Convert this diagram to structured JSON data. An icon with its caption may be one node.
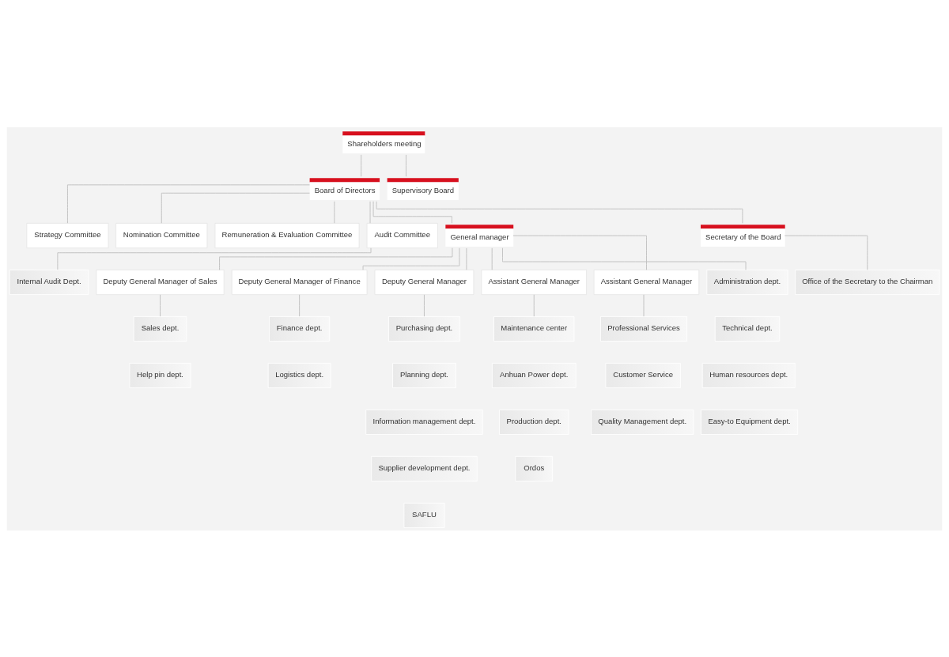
{
  "diagram": {
    "nodes": [
      {
        "text": [
          "Shareholders meeting"
        ]
      },
      {
        "text": [
          "Strategy Committee"
        ]
      },
      {
        "text": [
          "Nomination Committee"
        ]
      },
      {
        "text": [
          "Remuneration & Evaluation Committee"
        ]
      },
      {
        "text": [
          "Audit Committee"
        ]
      },
      {
        "text": [
          "Board of Directors"
        ]
      },
      {
        "text": [
          "Supervisory Board"
        ]
      },
      {
        "text": [
          "General manager"
        ]
      },
      {
        "text": [
          "Secretary of the Board"
        ]
      },
      {
        "text": [
          "Deputy General Manager of Sales"
        ]
      },
      {
        "text": [
          "Deputy General Manager of Finance"
        ]
      },
      {
        "text": [
          "Deputy General Manager"
        ]
      },
      {
        "text": [
          "Assistant General Manager"
        ]
      },
      {
        "text": [
          "Assistant General Manager"
        ]
      },
      {
        "text": [
          "Internal Audit Dept."
        ]
      },
      {
        "text": [
          "Sales dept."
        ]
      },
      {
        "text": [
          "Help pin dept."
        ]
      },
      {
        "text": [
          "Finance dept."
        ]
      },
      {
        "text": [
          "Logistics dept."
        ]
      },
      {
        "text": [
          "Administration dept."
        ]
      },
      {
        "text": [
          "Technical dept."
        ]
      },
      {
        "text": [
          "Human resources dept."
        ]
      },
      {
        "text": [
          "Easy-to Equipment dept."
        ]
      },
      {
        "text": [
          "Purchasing dept."
        ]
      },
      {
        "text": [
          "Planning dept."
        ]
      },
      {
        "text": [
          "Information management dept."
        ]
      },
      {
        "text": [
          "Supplier development dept."
        ]
      },
      {
        "text": [
          "SAFLU"
        ]
      },
      {
        "text": [
          "Maintenance center"
        ]
      },
      {
        "text": [
          "Anhuan Power dept."
        ]
      },
      {
        "text": [
          "Production dept."
        ]
      },
      {
        "text": [
          "Ordos"
        ]
      },
      {
        "text": [
          "Professional Services"
        ]
      },
      {
        "text": [
          "Customer Service"
        ]
      },
      {
        "text": [
          "Quality Management dept."
        ]
      },
      {
        "text": [
          "Office of the Secretary to the Chairman"
        ]
      }
    ],
    "edges": [
      {
        "from": 0,
        "to": 5,
        "arrow": "none"
      },
      {
        "from": 0,
        "to": 6,
        "arrow": "none"
      },
      {
        "from": 5,
        "to": 1,
        "arrow": "none"
      },
      {
        "from": 5,
        "to": 2,
        "arrow": "none"
      },
      {
        "from": 5,
        "to": 3,
        "arrow": "none"
      },
      {
        "from": 5,
        "to": 4,
        "arrow": "none"
      },
      {
        "from": 5,
        "to": 7,
        "arrow": "none"
      },
      {
        "from": 5,
        "to": 8,
        "arrow": "none"
      },
      {
        "from": 4,
        "to": 14,
        "arrow": "none"
      },
      {
        "from": 7,
        "to": 9,
        "arrow": "none"
      },
      {
        "from": 7,
        "to": 10,
        "arrow": "none"
      },
      {
        "from": 7,
        "to": 19,
        "arrow": "none"
      },
      {
        "from": 7,
        "to": 11,
        "arrow": "none"
      },
      {
        "from": 7,
        "to": 12,
        "arrow": "none"
      },
      {
        "from": 7,
        "to": 13,
        "arrow": "none"
      },
      {
        "from": 8,
        "to": 35,
        "arrow": "none"
      },
      {
        "from": 9,
        "to": 15,
        "arrow": "none"
      },
      {
        "from": 10,
        "to": 17,
        "arrow": "none"
      },
      {
        "from": 11,
        "to": 23,
        "arrow": "none"
      },
      {
        "from": 12,
        "to": 28,
        "arrow": "none"
      },
      {
        "from": 13,
        "to": 32,
        "arrow": "none"
      }
    ]
  }
}
